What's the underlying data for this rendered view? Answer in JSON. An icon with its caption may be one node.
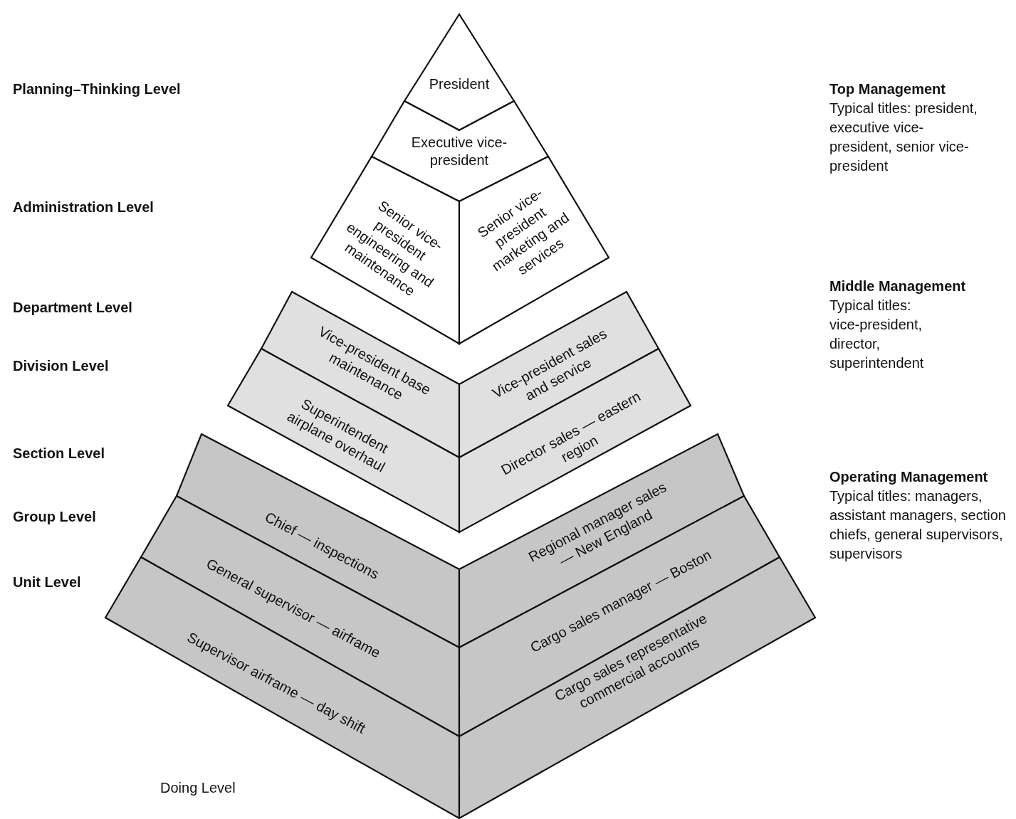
{
  "diagram": {
    "nodes": [
      {
        "text": [
          "President"
        ]
      },
      {
        "text": [
          "Executive vice-president"
        ]
      },
      {
        "text": [
          "Senior vice-president engineering and maintenance"
        ]
      },
      {
        "text": [
          "Senior vice-president marketing and services"
        ]
      },
      {
        "text": [
          "Vice-president base maintenance"
        ]
      },
      {
        "text": [
          "Vice-president sales and service"
        ]
      },
      {
        "text": [
          "Superintendent airplane overhaul"
        ]
      },
      {
        "text": [
          "Director sales — eastern region"
        ]
      },
      {
        "text": [
          "Chief — inspections"
        ]
      },
      {
        "text": [
          "Regional manager sales — New England"
        ]
      },
      {
        "text": [
          "General supervisor — airframe"
        ]
      },
      {
        "text": [
          "Cargo sales manager — Boston"
        ]
      },
      {
        "text": [
          "Supervisor airframe — day shift"
        ]
      },
      {
        "text": [
          "Cargo sales representative commercial accounts"
        ]
      }
    ],
    "edges": [],
    "labels": [
      "Planning–Thinking Level",
      "Top Management",
      "Typical titles: president, executive vice-president, senior vice-president",
      "Administration Level",
      "Department Level",
      "Middle Management",
      "Typical titles: vice-president, director, superintendent",
      "Division Level",
      "Section Level",
      "Operating Management",
      "Typical titles: managers, assistant managers, section chiefs, general supervisors, supervisors",
      "Group Level",
      "Unit Level",
      "Doing Level"
    ]
  }
}
